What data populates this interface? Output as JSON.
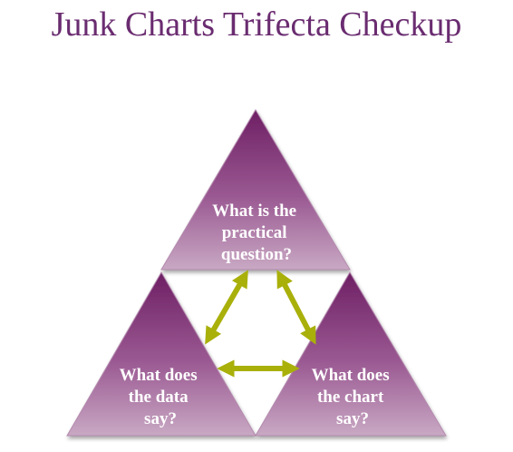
{
  "title": "Junk Charts Trifecta Checkup",
  "colors": {
    "title": "#6a2c70",
    "triangle_dark": "#6e1f64",
    "triangle_light": "#c9a9c4",
    "arrow": "#a9b00a"
  },
  "triangles": {
    "top": {
      "lines": [
        "What is the",
        "practical",
        "question?"
      ]
    },
    "left": {
      "lines": [
        "What does",
        "the data",
        "say?"
      ]
    },
    "right": {
      "lines": [
        "What does",
        "the chart",
        "say?"
      ]
    }
  }
}
